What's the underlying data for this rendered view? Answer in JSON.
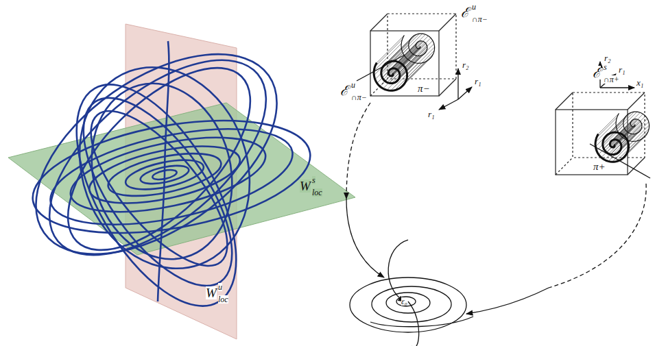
{
  "diagram": {
    "nodes": [
      {
        "text": [
          "π−"
        ]
      },
      {
        "text": [
          "π+"
        ]
      }
    ],
    "labels": [
      "W",
      "s",
      "loc",
      "W",
      "u",
      "loc",
      "ℰ",
      "u",
      "∩π−",
      "ℰ",
      "u",
      "∩π−",
      "ℰ",
      "s",
      "∩π+",
      "r₂",
      "r₁",
      "r₁",
      "r₂",
      "r₁",
      "x₁",
      "ε₀"
    ]
  }
}
